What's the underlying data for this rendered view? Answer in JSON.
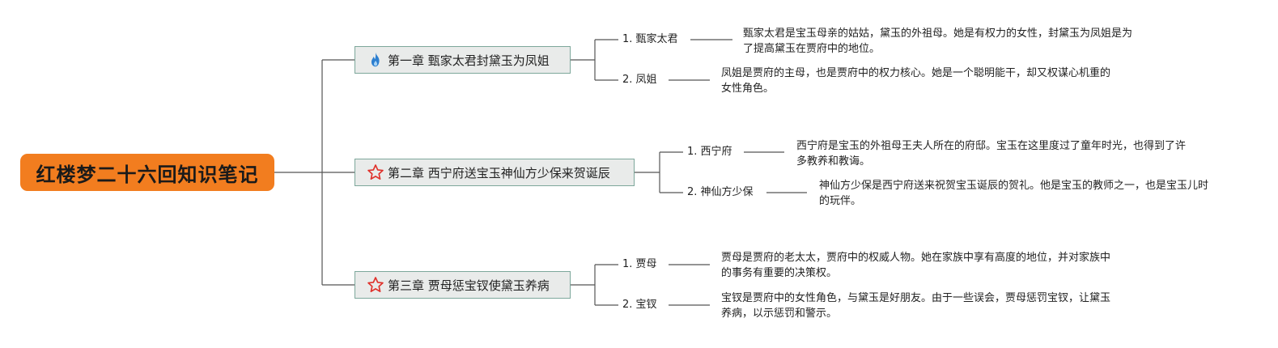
{
  "root": {
    "title": "红楼梦二十六回知识笔记",
    "color": "#f27d1f"
  },
  "chapters": [
    {
      "label": "第一章 甄家太君封黛玉为凤姐",
      "icon": "fire-icon",
      "items": [
        {
          "label": "1. 甄家太君",
          "desc": "甄家太君是宝玉母亲的姑姑，黛玉的外祖母。她是有权力的女性，封黛玉为凤姐是为了提高黛玉在贾府中的地位。"
        },
        {
          "label": "2. 凤姐",
          "desc": "凤姐是贾府的主母，也是贾府中的权力核心。她是一个聪明能干，却又权谋心机重的女性角色。"
        }
      ]
    },
    {
      "label": "第二章 西宁府送宝玉神仙方少保来贺诞辰",
      "icon": "star-icon",
      "items": [
        {
          "label": "1. 西宁府",
          "desc": "西宁府是宝玉的外祖母王夫人所在的府邸。宝玉在这里度过了童年时光，也得到了许多教养和教诲。"
        },
        {
          "label": "2. 神仙方少保",
          "desc": "神仙方少保是西宁府送来祝贺宝玉诞辰的贺礼。他是宝玉的教师之一，也是宝玉儿时的玩伴。"
        }
      ]
    },
    {
      "label": "第三章 贾母惩宝钗使黛玉养病",
      "icon": "star-icon",
      "items": [
        {
          "label": "1. 贾母",
          "desc": "贾母是贾府的老太太，贾府中的权威人物。她在家族中享有高度的地位，并对家族中的事务有重要的决策权。"
        },
        {
          "label": "2. 宝钗",
          "desc": "宝钗是贾府中的女性角色，与黛玉是好朋友。由于一些误会，贾母惩罚宝钗，让黛玉养病，以示惩罚和警示。"
        }
      ]
    }
  ],
  "colors": {
    "line": "#555555",
    "chapter_bg": "#e9ebea",
    "chapter_border": "#7da79b",
    "star": "#e0312b",
    "fire": "#2d7fd0"
  }
}
